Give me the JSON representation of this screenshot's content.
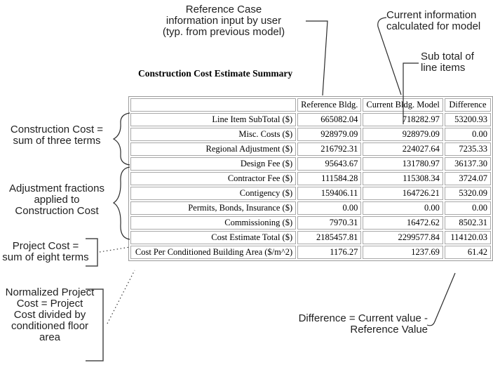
{
  "figure": {
    "title": "Construction Cost Estimate Summary"
  },
  "annotations": {
    "reference_case": {
      "line1": "Reference Case",
      "line2": "information input by user",
      "line3": "(typ. from previous model)"
    },
    "current_info": {
      "line1": "Current information",
      "line2": "calculated for model"
    },
    "subtotal_note": {
      "line1": "Sub total of",
      "line2": "line items"
    },
    "construction_cost_note": {
      "line1": "Construction Cost =",
      "line2": "sum of three terms"
    },
    "adjustment_note": {
      "line1": "Adjustment fractions",
      "line2": "applied to",
      "line3": "Construction Cost"
    },
    "project_cost_note": {
      "line1": "Project Cost =",
      "line2": "sum of eight terms"
    },
    "normalized_note": {
      "line1": "Normalized Project",
      "line2": "Cost = Project",
      "line3": "Cost divided by",
      "line4": "conditioned floor",
      "line5": "area"
    },
    "difference_note": {
      "line1": "Difference = Current value -",
      "line2": "Reference Value"
    }
  },
  "table": {
    "headers": {
      "col0": "",
      "col1": "Reference Bldg.",
      "col2": "Current Bldg. Model",
      "col3": "Difference"
    },
    "rows": [
      {
        "label": "Line Item SubTotal ($)",
        "ref": "665082.04",
        "cur": "718282.97",
        "diff": "53200.93"
      },
      {
        "label": "Misc. Costs ($)",
        "ref": "928979.09",
        "cur": "928979.09",
        "diff": "0.00"
      },
      {
        "label": "Regional Adjustment ($)",
        "ref": "216792.31",
        "cur": "224027.64",
        "diff": "7235.33"
      },
      {
        "label": "Design Fee ($)",
        "ref": "95643.67",
        "cur": "131780.97",
        "diff": "36137.30"
      },
      {
        "label": "Contractor Fee ($)",
        "ref": "111584.28",
        "cur": "115308.34",
        "diff": "3724.07"
      },
      {
        "label": "Contigency ($)",
        "ref": "159406.11",
        "cur": "164726.21",
        "diff": "5320.09"
      },
      {
        "label": "Permits, Bonds, Insurance ($)",
        "ref": "0.00",
        "cur": "0.00",
        "diff": "0.00"
      },
      {
        "label": "Commissioning ($)",
        "ref": "7970.31",
        "cur": "16472.62",
        "diff": "8502.31"
      },
      {
        "label": "Cost Estimate Total ($)",
        "ref": "2185457.81",
        "cur": "2299577.84",
        "diff": "114120.03"
      },
      {
        "label": "Cost Per Conditioned Building Area ($/m^2)",
        "ref": "1176.27",
        "cur": "1237.69",
        "diff": "61.42"
      }
    ]
  },
  "colors": {
    "table_border": "#9a9a9a",
    "cell_border": "#a8a8a8",
    "line_color": "#2b2b2b",
    "text_color": "#1a1a1a",
    "background": "#ffffff"
  }
}
